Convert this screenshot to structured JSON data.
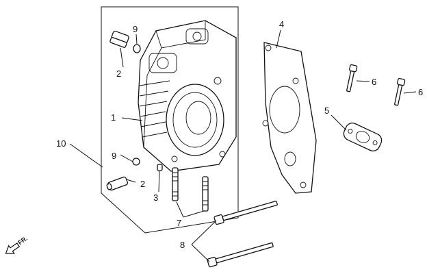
{
  "diagram": {
    "callouts": [
      {
        "id": "1",
        "text": "1"
      },
      {
        "id": "2a",
        "text": "2"
      },
      {
        "id": "2b",
        "text": "2"
      },
      {
        "id": "3",
        "text": "3"
      },
      {
        "id": "4",
        "text": "4"
      },
      {
        "id": "5",
        "text": "5"
      },
      {
        "id": "6a",
        "text": "6"
      },
      {
        "id": "6b",
        "text": "6"
      },
      {
        "id": "7",
        "text": "7"
      },
      {
        "id": "8",
        "text": "8"
      },
      {
        "id": "9a",
        "text": "9"
      },
      {
        "id": "9b",
        "text": "9"
      },
      {
        "id": "10",
        "text": "10"
      }
    ],
    "direction_marker": "FR."
  }
}
